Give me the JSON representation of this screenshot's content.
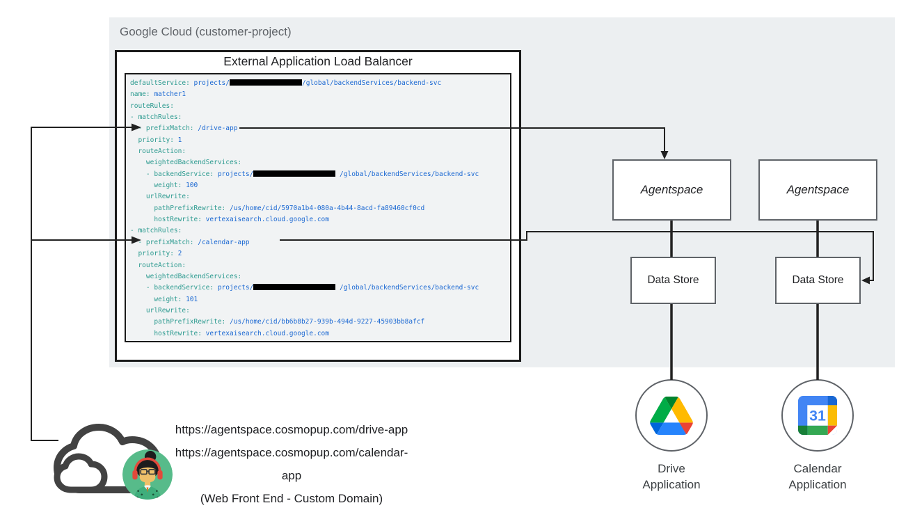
{
  "colors": {
    "panel_bg": "#ECEFF1",
    "code_bg": "#F1F3F4",
    "code_key": "#2B9A8F",
    "code_value": "#1967D2",
    "line": "#212121",
    "text_primary": "#202124",
    "text_secondary": "#5F6368",
    "drive_green": "#00AC47",
    "calendar_blue": "#4285F4",
    "avatar_bg": "#57BB8A",
    "cloud_stroke": "#424242"
  },
  "panel": {
    "label": "Google Cloud (customer-project)"
  },
  "load_balancer": {
    "title": "External Application Load Balancer"
  },
  "code": {
    "lines": [
      [
        [
          "k",
          "defaultService:"
        ],
        [
          "v",
          " projects/"
        ],
        [
          "r",
          "104"
        ],
        [
          "v",
          "/global/backendServices/backend-svc"
        ]
      ],
      [
        [
          "k",
          "name:"
        ],
        [
          "v",
          " matcher1"
        ]
      ],
      [
        [
          "k",
          "routeRules:"
        ]
      ],
      [
        [
          "k",
          "- matchRules:"
        ]
      ],
      [
        [
          "k",
          "  - prefixMatch:"
        ],
        [
          "v",
          " /drive-app"
        ]
      ],
      [
        [
          "k",
          "  priority:"
        ],
        [
          "v",
          " 1"
        ]
      ],
      [
        [
          "k",
          "  routeAction:"
        ]
      ],
      [
        [
          "k",
          "    weightedBackendServices:"
        ]
      ],
      [
        [
          "k",
          "    - backendService:"
        ],
        [
          "v",
          " projects/"
        ],
        [
          "r",
          "118"
        ],
        [
          "v",
          " /global/backendServices/backend-svc"
        ]
      ],
      [
        [
          "k",
          "      weight:"
        ],
        [
          "v",
          " 100"
        ]
      ],
      [
        [
          "k",
          "    urlRewrite:"
        ]
      ],
      [
        [
          "k",
          "      pathPrefixRewrite:"
        ],
        [
          "v",
          " /us/home/cid/5970a1b4-080a-4b44-8acd-fa89460cf0cd"
        ]
      ],
      [
        [
          "k",
          "      hostRewrite:"
        ],
        [
          "v",
          " vertexaisearch.cloud.google.com"
        ]
      ],
      [
        [
          "k",
          "- matchRules:"
        ]
      ],
      [
        [
          "k",
          "  - prefixMatch:"
        ],
        [
          "v",
          " /calendar-app"
        ]
      ],
      [
        [
          "k",
          "  priority:"
        ],
        [
          "v",
          " 2"
        ]
      ],
      [
        [
          "k",
          "  routeAction:"
        ]
      ],
      [
        [
          "k",
          "    weightedBackendServices:"
        ]
      ],
      [
        [
          "k",
          "    - backendService:"
        ],
        [
          "v",
          " projects/"
        ],
        [
          "r",
          "118"
        ],
        [
          "v",
          " /global/backendServices/backend-svc"
        ]
      ],
      [
        [
          "k",
          "      weight:"
        ],
        [
          "v",
          " 101"
        ]
      ],
      [
        [
          "k",
          "    urlRewrite:"
        ]
      ],
      [
        [
          "k",
          "      pathPrefixRewrite:"
        ],
        [
          "v",
          " /us/home/cid/bb6b8b27-939b-494d-9227-45903bb8afcf"
        ]
      ],
      [
        [
          "k",
          "      hostRewrite:"
        ],
        [
          "v",
          " vertexaisearch.cloud.google.com"
        ]
      ]
    ]
  },
  "agentspace": {
    "box1": "Agentspace",
    "box2": "Agentspace"
  },
  "datastore": {
    "box1": "Data Store",
    "box2": "Data Store"
  },
  "apps": {
    "drive": {
      "line1": "Drive",
      "line2": "Application"
    },
    "calendar": {
      "line1": "Calendar",
      "line2": "Application",
      "day": "31"
    }
  },
  "frontend": {
    "url_drive": "https://agentspace.cosmopup.com/drive-app",
    "url_calendar": "https://agentspace.cosmopup.com/calendar-app",
    "caption": "(Web Front End - Custom Domain)"
  }
}
